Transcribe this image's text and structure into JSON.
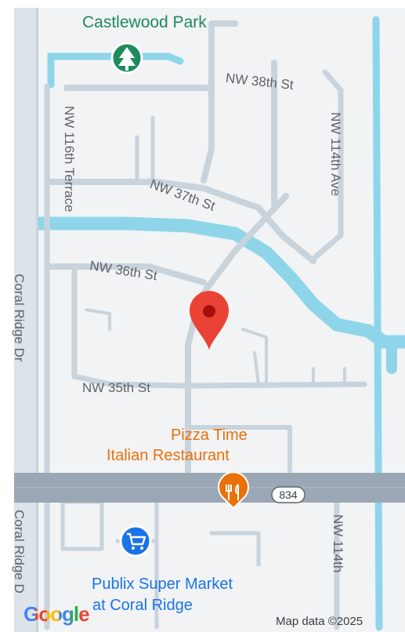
{
  "pois": {
    "park": "Castlewood Park",
    "restaurant_line1": "Pizza Time",
    "restaurant_line2": "Italian Restaurant",
    "market_line1": "Publix Super Market",
    "market_line2": "at Coral Ridge"
  },
  "streets": {
    "nw38": "NW 38th St",
    "nw37": "NW 37th St",
    "nw36": "NW 36th St",
    "nw35": "NW 35th St",
    "nw114ave": "NW 114th Ave",
    "nw114_lower": "NW 114th",
    "nw116": "NW 116th Terrace",
    "coral_top": "Coral Ridge Dr",
    "coral_bottom": "Coral Ridge D"
  },
  "route_shield": "834",
  "footer": {
    "logo": "Google",
    "attribution": "Map data ©2025"
  },
  "colors": {
    "land": "#f1f3f4",
    "road": "#c9d3dc",
    "highway": "#9ba7b4",
    "water": "#8ed5ea",
    "pin": "#ea4335",
    "park": "#1e8a5e",
    "restaurant": "#e8710a",
    "shop": "#1a73e8"
  }
}
